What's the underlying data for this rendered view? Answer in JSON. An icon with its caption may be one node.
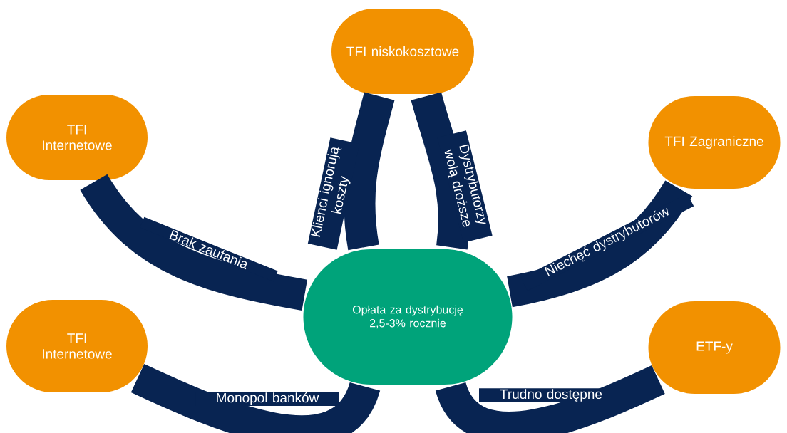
{
  "diagram": {
    "nodes": [
      {
        "text": [
          "TFI niskokosztowe"
        ]
      },
      {
        "text": [
          "TFI Internetowe"
        ]
      },
      {
        "text": [
          "TFI Zagraniczne"
        ]
      },
      {
        "text": [
          "Opłata za dystrybucję 2,5-3% rocznie"
        ]
      },
      {
        "text": [
          "TFI Internetowe"
        ]
      },
      {
        "text": [
          "ETF-y"
        ]
      }
    ],
    "edges": [
      {
        "from": 1,
        "to": 3,
        "arrow": "none",
        "label": "Brak zaufania"
      },
      {
        "from": 0,
        "to": 3,
        "arrow": "none",
        "label": "Klienci ignorują koszty"
      },
      {
        "from": 0,
        "to": 3,
        "arrow": "none",
        "label": "Dystrybutorzy wolą droższe"
      },
      {
        "from": 2,
        "to": 3,
        "arrow": "none",
        "label": "Niechęć dystrybutorów"
      },
      {
        "from": 4,
        "to": 3,
        "arrow": "none",
        "label": "Monopol banków"
      },
      {
        "from": 5,
        "to": 3,
        "arrow": "none",
        "label": "Trudno dostępne"
      }
    ]
  }
}
